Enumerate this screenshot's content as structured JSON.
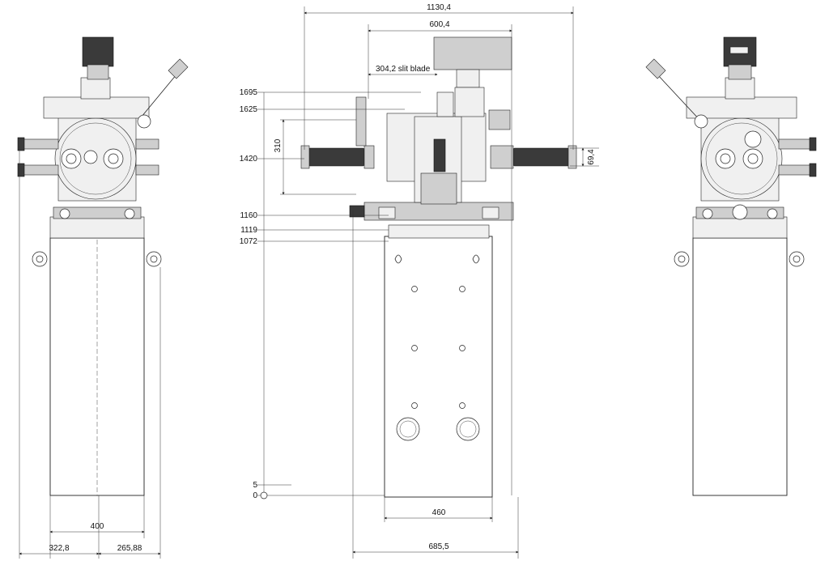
{
  "drawing": {
    "dimensions": {
      "overall_width": "1130,4",
      "upper_width": "600,4",
      "slit_blade": "304,2 slit blade",
      "height_window": "310",
      "port_height": "69,4",
      "base_width": "460",
      "footprint_width": "685,5",
      "side_width": "400",
      "side_left_offset": "322,8",
      "side_right_offset": "265,88"
    },
    "elevations": [
      "1695",
      "1625",
      "1420",
      "1160",
      "1119",
      "1072",
      "5",
      "0"
    ]
  }
}
